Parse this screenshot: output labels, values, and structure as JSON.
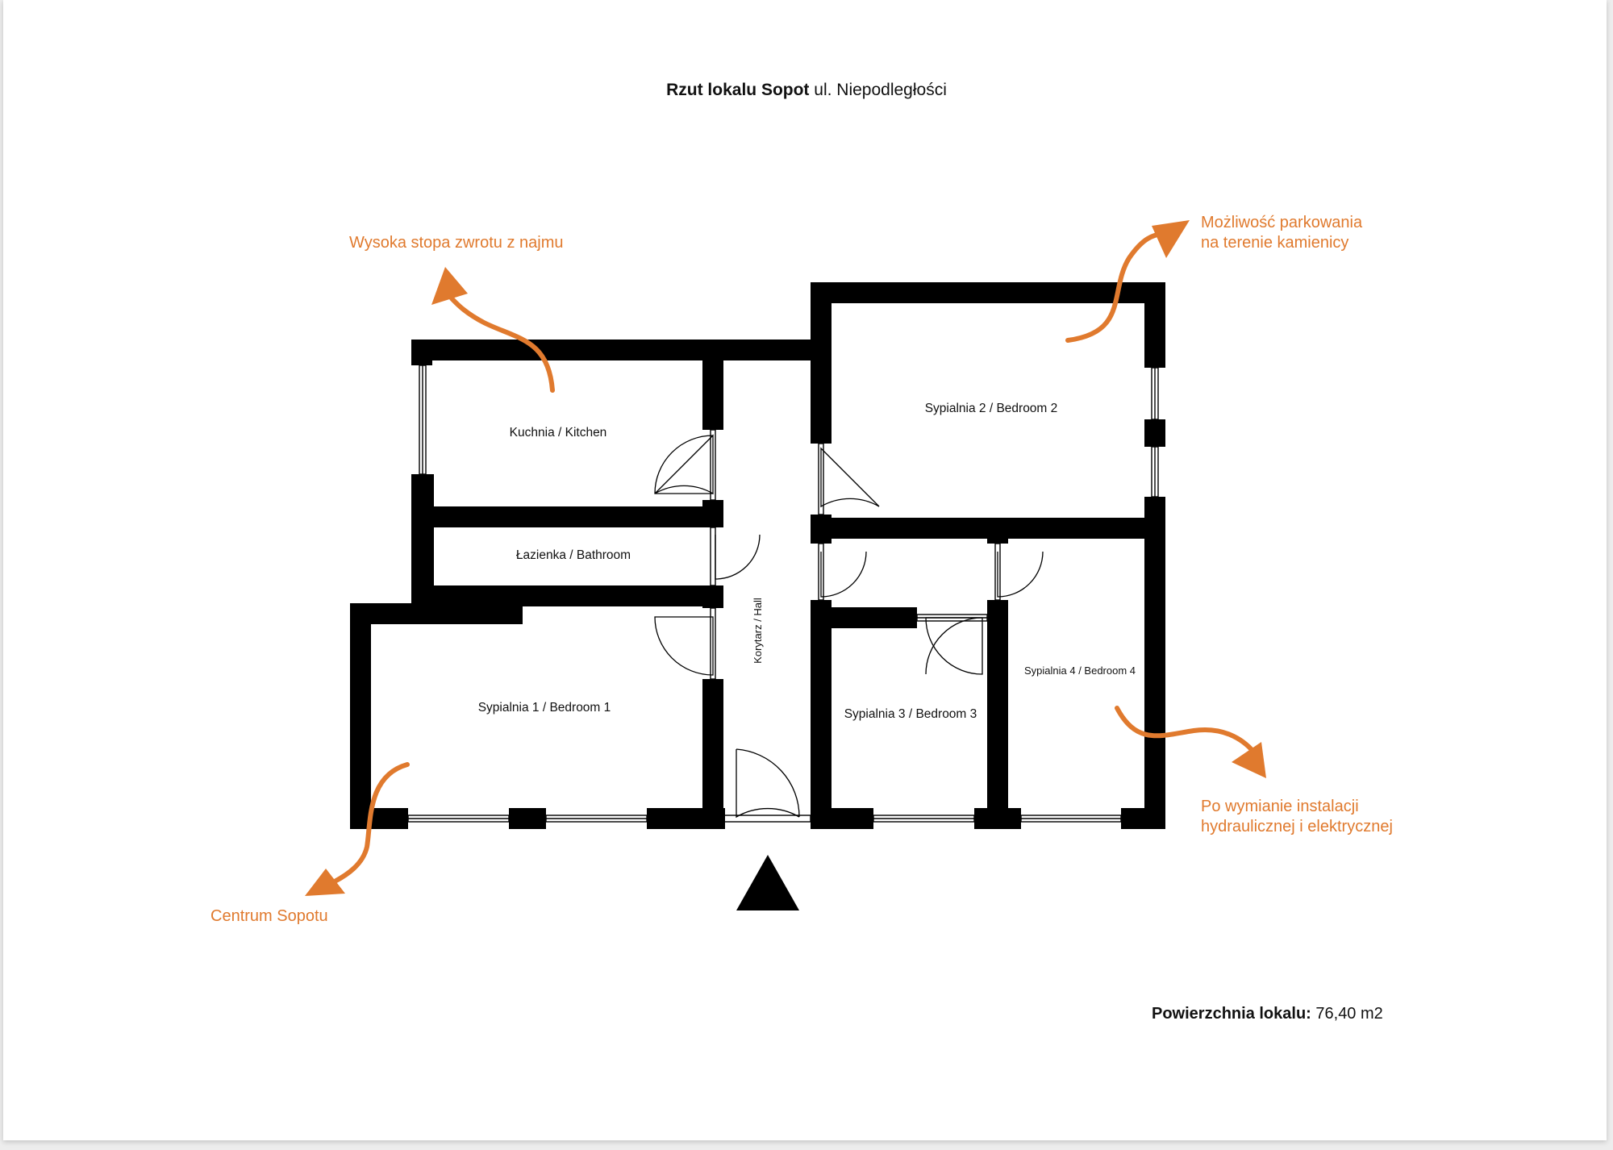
{
  "title": {
    "bold": "Rzut lokalu Sopot",
    "rest": " ul. Niepodległości"
  },
  "rooms": {
    "kitchen": "Kuchnia / Kitchen",
    "bathroom": "Łazienka / Bathroom",
    "bedroom1": "Sypialnia 1 / Bedroom 1",
    "bedroom2": "Sypialnia 2 / Bedroom 2",
    "bedroom3": "Sypialnia 3 / Bedroom 3",
    "bedroom4": "Sypialnia 4 / Bedroom 4",
    "hall": "Korytarz / Hall"
  },
  "notes": {
    "top_left": "Wysoka stopa zwrotu z najmu",
    "top_right_1": "Możliwość parkowania",
    "top_right_2": "na terenie kamienicy",
    "bottom_left": "Centrum Sopotu",
    "bottom_right_1": "Po wymianie instalacji",
    "bottom_right_2": "hydraulicznej i elektrycznej"
  },
  "area": {
    "label": "Powierzchnia lokalu:",
    "value": " 76,40 m2"
  },
  "colors": {
    "accent": "#e07a2e",
    "wall": "#000000",
    "background": "#ffffff"
  },
  "icons": {
    "entrance": "triangle-up-icon"
  }
}
